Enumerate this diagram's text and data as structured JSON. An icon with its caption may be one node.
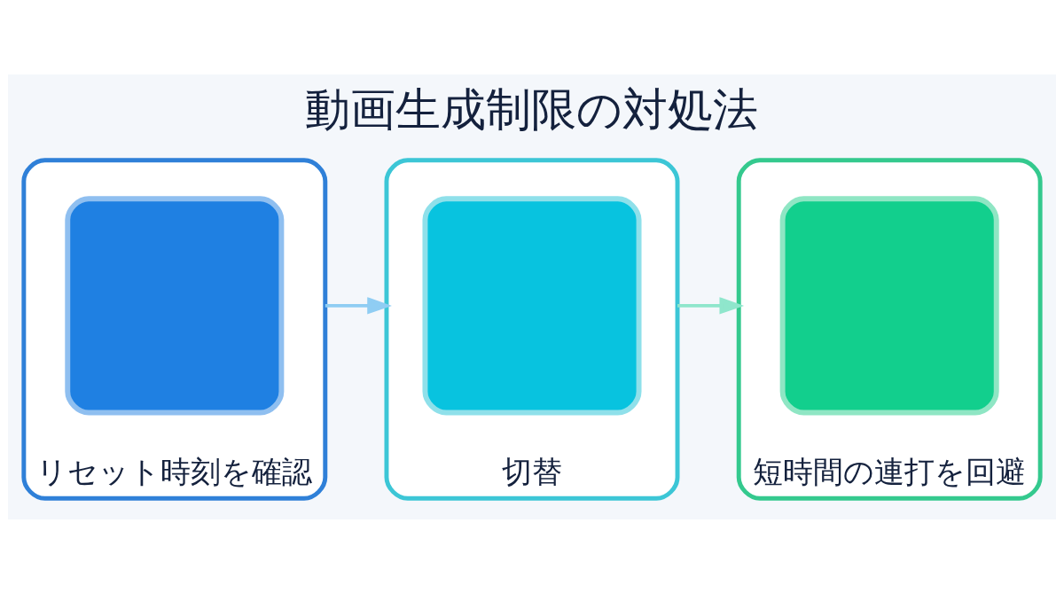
{
  "diagram": {
    "title": "動画生成制限の対処法",
    "nodes": [
      {
        "text": [
          "リセット時刻を確認"
        ]
      },
      {
        "text": [],
        "shape": "box",
        "in": 0
      },
      {
        "text": [
          "切替"
        ]
      },
      {
        "text": [],
        "shape": "box",
        "in": 2
      },
      {
        "text": [
          "短時間の連打を回避"
        ]
      },
      {
        "text": [],
        "shape": "box",
        "in": 4
      }
    ],
    "edges": [
      {
        "from": 0,
        "to": 2,
        "arrow": "to",
        "color": "#8fcdf3"
      },
      {
        "from": 2,
        "to": 4,
        "arrow": "to",
        "color": "#8fe6cc"
      }
    ]
  }
}
